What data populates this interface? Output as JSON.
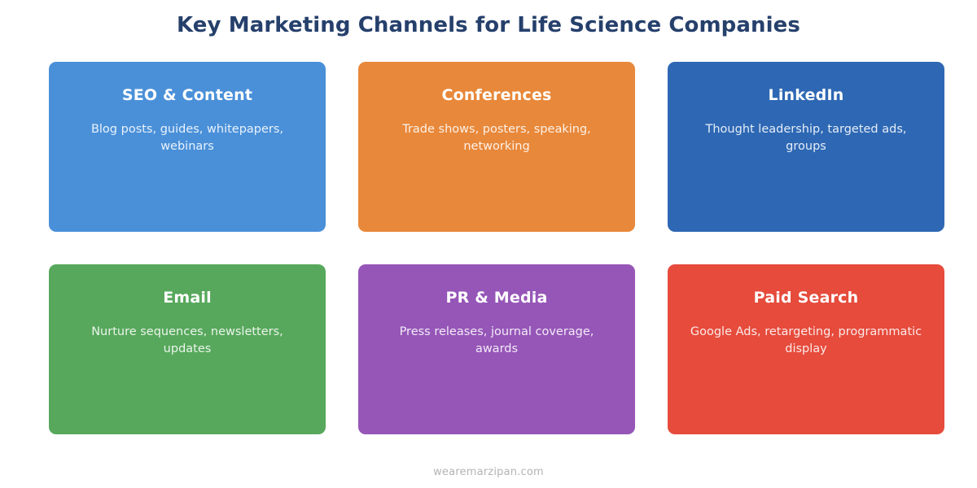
{
  "header": {
    "title": "Key Marketing Channels for Life Science Companies",
    "title_color": "#26406c"
  },
  "cards": [
    {
      "title": "SEO & Content",
      "description": "Blog posts, guides, whitepapers, webinars",
      "color": "#4a90d9"
    },
    {
      "title": "Conferences",
      "description": "Trade shows, posters, speaking, networking",
      "color": "#e8883a"
    },
    {
      "title": "LinkedIn",
      "description": "Thought leadership, targeted ads, groups",
      "color": "#2e68b4"
    },
    {
      "title": "Email",
      "description": "Nurture sequences, newsletters, updates",
      "color": "#57a85c"
    },
    {
      "title": "PR & Media",
      "description": "Press releases, journal coverage, awards",
      "color": "#9656b8"
    },
    {
      "title": "Paid Search",
      "description": "Google Ads, retargeting, programmatic display",
      "color": "#e64b3c"
    }
  ],
  "footer": {
    "attribution": "wearemarzipan.com"
  }
}
